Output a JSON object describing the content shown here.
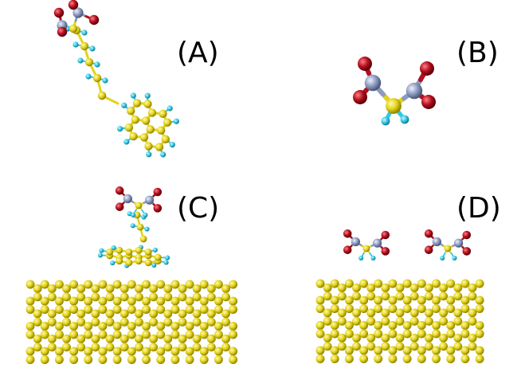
{
  "panels": [
    {
      "id": "A",
      "label": "(A)"
    },
    {
      "id": "B",
      "label": "(B)"
    },
    {
      "id": "C",
      "label": "(C)"
    },
    {
      "id": "D",
      "label": "(D)"
    }
  ],
  "colors": {
    "carbon": "#e3d21c",
    "carbon_dark": "#8f8400",
    "hydrogen": "#33c9e6",
    "oxygen": "#b30f1e",
    "nitrogen": "#8c9bbf",
    "background": "#ffffff"
  }
}
